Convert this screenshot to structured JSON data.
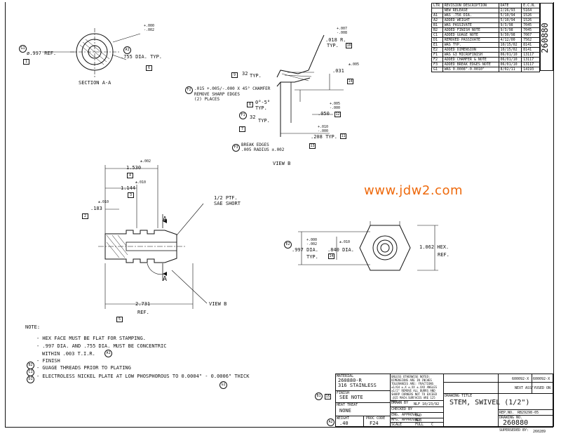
{
  "watermark": "www.jdw2.com",
  "drawing_number_vertical": "260880",
  "revision_table": {
    "headers": [
      "LTR",
      "REVISION DESCRIPTION",
      "DATE",
      "E.C.N."
    ],
    "rows": [
      [
        "",
        "NEW RELEASE",
        "2/26/93",
        "5164"
      ],
      [
        "A1",
        "WAS .756 DIA.",
        "5/10/94",
        "1526"
      ],
      [
        "A2",
        "ADDED WEIGHT",
        "5/10/94",
        "1526"
      ],
      [
        "B1",
        "WAS PASSIVATE",
        "9/3/98",
        "7045"
      ],
      [
        "B2",
        "ADDED FINISH NOTE",
        "9/3/98",
        "7045"
      ],
      [
        "C1",
        "ADDED GUAGE NOTE",
        "9/30/98",
        "7067"
      ],
      [
        "D1",
        "REMOVED PASSIVATE",
        "4/12/00",
        "7562"
      ],
      [
        "E1",
        "WAS TYP.",
        "10/15/02",
        "8141"
      ],
      [
        "E2",
        "ADDED DIMENSION",
        "10/15/02",
        "8141"
      ],
      [
        "F1",
        "WAS G3 MICROFINISH",
        "06/01/10",
        "13117"
      ],
      [
        "F2",
        "ADDED CHAMFER & NOTE",
        "06/01/10",
        "13117"
      ],
      [
        "F3",
        "ADDED BREAK EDGES NOTE",
        "06/01/10",
        "13117"
      ],
      [
        "G1",
        "WAS 0.0008\"-0.0010\"",
        "8/02/11",
        "14193"
      ]
    ]
  },
  "section_aa": {
    "title": "SECTION  A-A",
    "dia_997": "ø.997 REF.",
    "dia_755": ".755 DIA. TYP.",
    "tol_plus": "+.000",
    "tol_minus": "-.002",
    "bubble_g1": "G1",
    "bubble_a1": "A1",
    "tag_1": "1",
    "tag_6": "6"
  },
  "view_b": {
    "title": "VIEW B",
    "r018": ".018 R.",
    "r018_typ": "TYP.",
    "r018_tol_plus": "+.007",
    "r018_tol_minus": "-.008",
    "d031": ".031",
    "d031_tol": "±.005",
    "finish_32a": "32",
    "finish_32a_typ": "TYP.",
    "chamfer_line1": ".015 +.005/-.000 X 45° CHAMFER",
    "chamfer_line2": "REMOVE SHARP EDGES",
    "chamfer_line3": "(2) PLACES",
    "angle": "0°-5°",
    "angle_typ": "TYP.",
    "finish_32b": "32",
    "finish_32b_typ": "TYP.",
    "d050": ".050",
    "d050_tol_plus": "+.005",
    "d050_tol_minus": "-.000",
    "d208": ".208 TYP.",
    "d208_tol_plus": "+.010",
    "d208_tol_minus": "-.000",
    "break_line1": "BREAK EDGES",
    "break_line2": ".005 RADIUS ±.002",
    "bubble_f2": "F2",
    "bubble_f1": "F1",
    "bubble_f3": "F3",
    "tag_9": "9",
    "tag_8": "8",
    "tag_7": "7",
    "tag_10": "10",
    "tag_11": "11",
    "tag_12": "12",
    "tag_13": "13",
    "tag_14": "14"
  },
  "side_view": {
    "d1530": "1.530",
    "d1530_tol": "±.002",
    "d1144": "1.144",
    "d1144_tol": "±.010",
    "d183": ".183",
    "d183_tol": "±.010",
    "thread_line1": "1/2 PTF.",
    "thread_line2": "SAE SHORT",
    "section_mark": "A",
    "d2731": "2.731",
    "d2731_ref": "REF.",
    "view_b_call": "VIEW B",
    "tag_2": "2",
    "tag_4": "4",
    "tag_3": "3",
    "tag_5": "5"
  },
  "end_view": {
    "dia997": ".997 DIA.",
    "dia997_typ": "TYP.",
    "dia997_plus": "+.000",
    "dia997_minus": "-.002",
    "dia840": ".840 DIA.",
    "dia840_tol": "±.010",
    "hex": "1.062 HEX.",
    "hex_ref": "REF.",
    "bubble_e2": "E2",
    "tag_14": "14"
  },
  "notes": {
    "title": "NOTE:",
    "n1": "- HEX FACE MUST BE FLAT FOR STAMPING.",
    "n2": "- .997 DIA. AND .755 DIA. MUST BE CONCENTRIC",
    "n2b": "WITHIN .003 T.I.R.",
    "n3": "- FINISH",
    "n4": "- GUAGE THREADS PRIOR TO PLATING",
    "n5": "- ELECTROLESS NICKEL PLATE AT LOW PHOSPHOROUS TO 0.0004\" - 0.0006\" THICK",
    "b_a1": "A1",
    "b_b2": "B2",
    "b_c1": "C1",
    "b_d1": "D1",
    "b_g1": "G1"
  },
  "title_block": {
    "material_label": "MATERIAL",
    "material_1": "260880-R",
    "material_2": "316 STAINLESS",
    "finish_label": "FINISH",
    "finish_value": "SEE NOTE",
    "heat_label": "HEAT TREAT",
    "heat_value": "NONE",
    "weight_label": "WEIGHT",
    "weight_value": ".40",
    "proc_label": "PROC CODE",
    "proc_value": "F24",
    "tolerance_text": "UNLESS OTHERWISE NOTED: DIMENSIONS ARE IN INCHES TOLERANCES ARE: FRACTIONS ±1/64 ±.X ±.XX ±.XXX ANGLES ±1/2° REMOVE ALL BURRS AND SHARP CORNERS NOT TO EXCEED .015 MACH.SURFACES ARE 125 MAX.",
    "drawn_label": "DRAWN BY",
    "drawn_value": "NLF 10/23/92",
    "checked_label": "CHECKED BY",
    "eng_label": "ENG. APPROVAL",
    "eng_value": "CGD",
    "mfg_label": "MFG. APPROVAL",
    "mfg_value": "ADB",
    "scale_label": "SCALE",
    "scale_value": "FULL",
    "size_value": "C",
    "drawing_title_label": "DRAWING TITLE",
    "drawing_title": "STEM, SWIVEL (1/2\")",
    "next_assy_1": "600092-X",
    "next_assy_2": "600092-X",
    "next_assy_label": "NEXT ASS'Y",
    "used_on_label": "USED ON",
    "repl_label": "REP.NO.",
    "repl_value": "RB29298-05",
    "dwg_label": "DRAWING NO.",
    "dwg_value": "260880",
    "supersede_label": "SUPERSEDED BY:",
    "supersede_value": "260289",
    "bubble_b1": "B1",
    "bubble_a2": "A2",
    "tag_15": "15"
  }
}
